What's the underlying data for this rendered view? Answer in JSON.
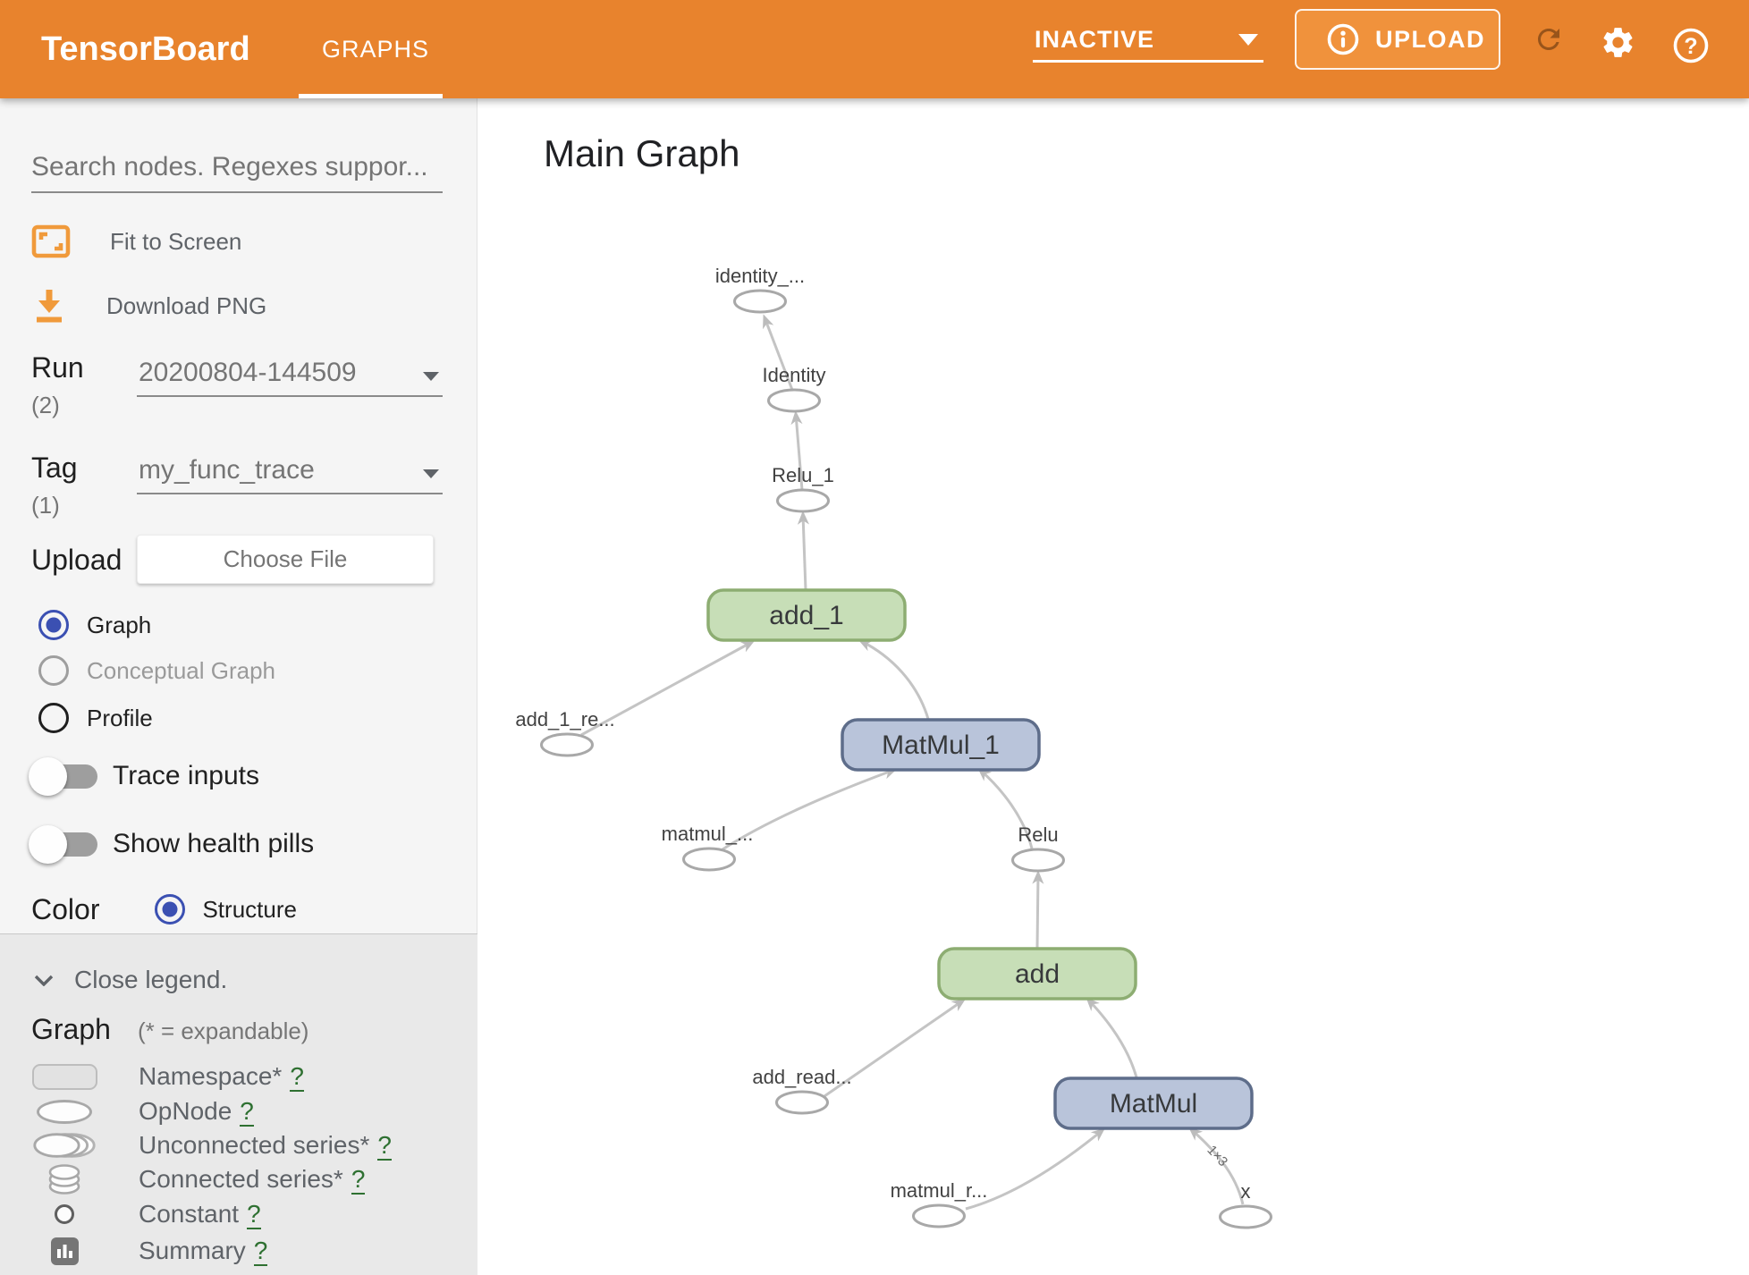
{
  "header": {
    "logo": "TensorBoard",
    "tab": "GRAPHS",
    "status": "INACTIVE",
    "upload_label": "UPLOAD",
    "help_glyph": "?"
  },
  "sidebar": {
    "search_placeholder": "Search nodes. Regexes suppor...",
    "fit_label": "Fit to Screen",
    "download_label": "Download PNG",
    "run": {
      "label": "Run",
      "count": "(2)",
      "value": "20200804-144509"
    },
    "tag": {
      "label": "Tag",
      "count": "(1)",
      "value": "my_func_trace"
    },
    "upload": {
      "label": "Upload",
      "button": "Choose File"
    },
    "views": [
      {
        "label": "Graph"
      },
      {
        "label": "Conceptual Graph"
      },
      {
        "label": "Profile"
      }
    ],
    "toggles": [
      {
        "label": "Trace inputs"
      },
      {
        "label": "Show health pills"
      }
    ],
    "color_by": {
      "label": "Color",
      "option": "Structure"
    },
    "legend": {
      "close_label": "Close legend.",
      "heading": "Graph",
      "heading_note": "(* = expandable)",
      "items": [
        {
          "label": "Namespace*",
          "help": "?"
        },
        {
          "label": "OpNode",
          "help": "?"
        },
        {
          "label": "Unconnected series*",
          "help": "?"
        },
        {
          "label": "Connected series*",
          "help": "?"
        },
        {
          "label": "Constant",
          "help": "?"
        },
        {
          "label": "Summary",
          "help": "?"
        }
      ]
    }
  },
  "main": {
    "title": "Main Graph",
    "graph": {
      "nodes": [
        {
          "id": "identity-output",
          "label": "identity_...",
          "type": "op"
        },
        {
          "id": "identity",
          "label": "Identity",
          "type": "op"
        },
        {
          "id": "relu-1",
          "label": "Relu_1",
          "type": "op"
        },
        {
          "id": "add-1",
          "label": "add_1",
          "type": "namespace-green"
        },
        {
          "id": "add-1-read",
          "label": "add_1_re...",
          "type": "op"
        },
        {
          "id": "matmul-1",
          "label": "MatMul_1",
          "type": "namespace-blue"
        },
        {
          "id": "matmul-read",
          "label": "matmul_...",
          "type": "op"
        },
        {
          "id": "relu",
          "label": "Relu",
          "type": "op"
        },
        {
          "id": "add",
          "label": "add",
          "type": "namespace-green"
        },
        {
          "id": "add-read",
          "label": "add_read...",
          "type": "op"
        },
        {
          "id": "matmul",
          "label": "MatMul",
          "type": "namespace-blue"
        },
        {
          "id": "matmul-r-read",
          "label": "matmul_r...",
          "type": "op"
        },
        {
          "id": "x",
          "label": "x",
          "type": "op"
        }
      ],
      "edge_shape_label": "1×3"
    }
  },
  "colors": {
    "header_orange": "#e8832d",
    "upload_button_orange": "#f0923c",
    "namespace_green_fill": "#c7deb7",
    "namespace_green_border": "#8dad72",
    "namespace_blue_fill": "#b9c4da",
    "namespace_blue_border": "#5e6d8a",
    "edge_gray": "#c4c4c4",
    "accent_indigo": "#3b50b2",
    "help_link_green": "#2e7031"
  }
}
